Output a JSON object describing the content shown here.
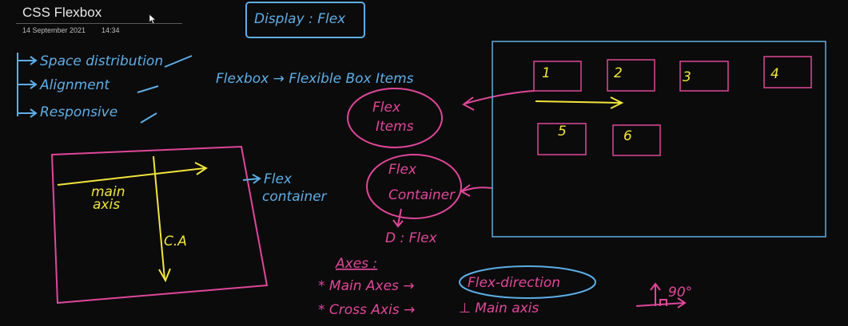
{
  "page": {
    "title": "CSS Flexbox",
    "date": "14 September 2021",
    "time": "14:34"
  },
  "colors": {
    "background": "#0b0b0b",
    "ink_blue": "#5eaee6",
    "ink_pink": "#e0479a",
    "ink_yellow": "#f2e53c",
    "text_light": "#e7e7e7"
  },
  "notes": {
    "display_flex": "Display : Flex",
    "list": [
      "Space distribution",
      "Alignment",
      "Responsive"
    ],
    "flexbox_line": "Flexbox → Flexible Box Items",
    "flex_items": [
      "Flex",
      "Items"
    ],
    "flex_container_bubble": [
      "Flex",
      "Container"
    ],
    "d_flex": "D : Flex",
    "flex_container_label": [
      "Flex",
      "container"
    ],
    "main_axis": [
      "main",
      "axis"
    ],
    "cross_axis_short": "C.A",
    "axes_title": "Axes :",
    "axis_main_line": "* Main Axes →",
    "flex_direction": "Flex-direction",
    "axis_cross_line": "* Cross Axis →",
    "perp_main_axis": "⊥ Main axis",
    "angle_note": "90°"
  },
  "flex_items": [
    "1",
    "2",
    "3",
    "4",
    "5",
    "6"
  ]
}
